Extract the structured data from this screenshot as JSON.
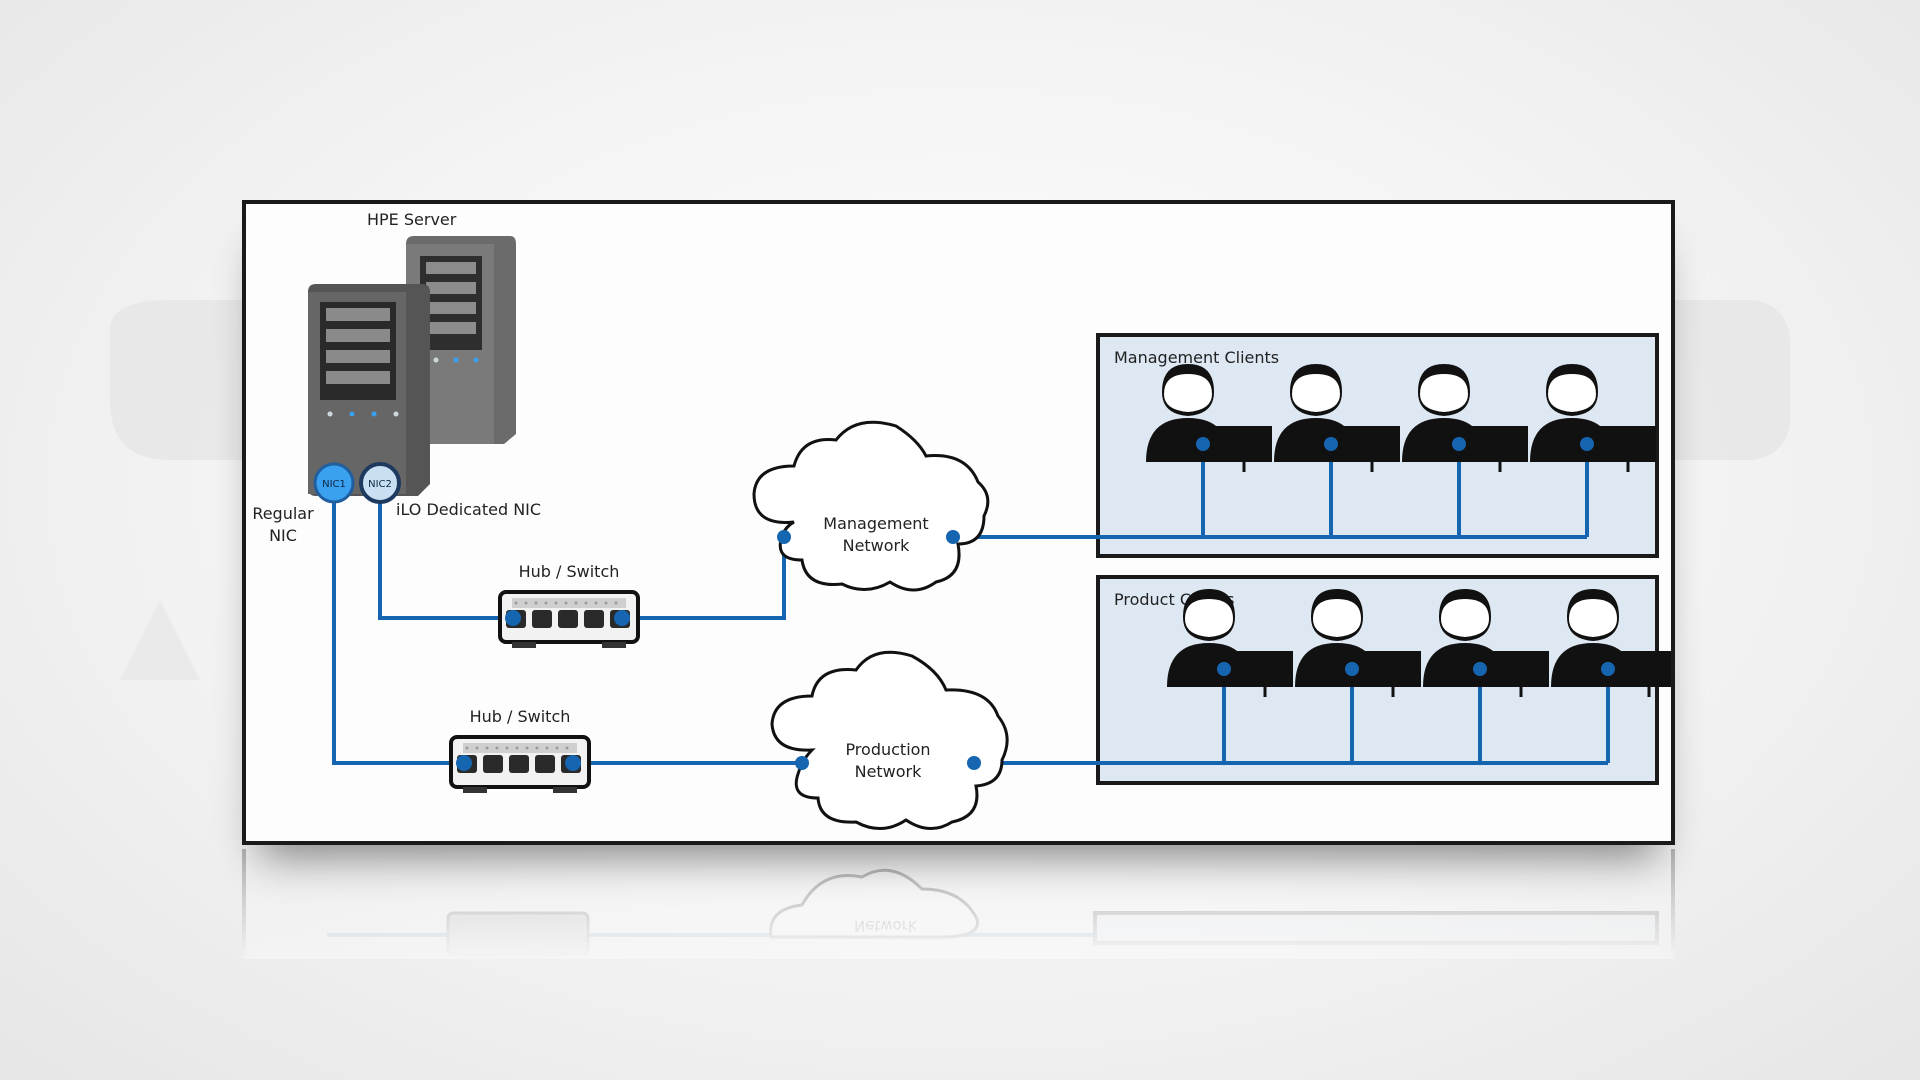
{
  "server": {
    "label": "HPE Server",
    "nic1_text": "NIC1",
    "nic2_text": "NIC2"
  },
  "nics": {
    "regular_label_line1": "Regular",
    "regular_label_line2": "NIC",
    "ilo_label": "iLO Dedicated NIC"
  },
  "switches": {
    "top_label": "Hub / Switch",
    "bottom_label": "Hub / Switch"
  },
  "networks": {
    "management": {
      "line1": "Management",
      "line2": "Network"
    },
    "production": {
      "line1": "Production",
      "line2": "Network"
    }
  },
  "groups": {
    "management_title": "Management Clients",
    "product_title": "Product Clients"
  },
  "reflection": {
    "network_text": "Network"
  },
  "colors": {
    "link": "#1565b0",
    "nic_active": "#3aa0f0",
    "nic_inactive": "#c9dff2",
    "client_bg": "#dde8f3",
    "server": "#555555"
  }
}
